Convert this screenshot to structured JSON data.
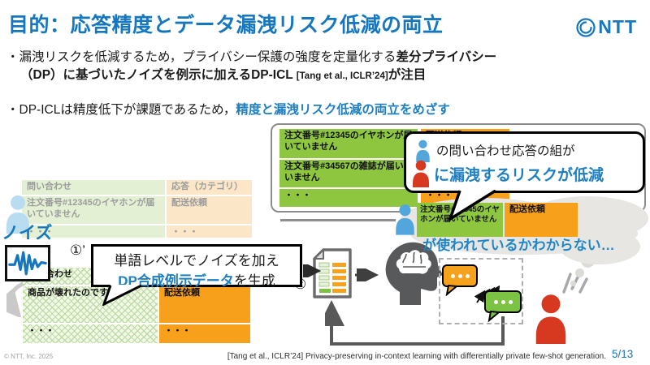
{
  "title": {
    "text": "目的：応答精度とデータ漏洩リスク低減の両立",
    "logo": "NTT"
  },
  "bullets": {
    "marker": "・",
    "b1_line1_normal": "漏洩リスクを低減するため，プライバシー保護の強度を定量化する",
    "b1_line1_bold": "差分プライバシー",
    "b1_line2_bold": "（DP）に基づいたノイズを例示に加えるDP-ICL ",
    "b1_line2_cite": "[Tang et al., ICLR’24]",
    "b1_line2_bold2": "が注目",
    "b2_normal": "DP-ICLは精度低下が課題であるため，",
    "b2_blue": "精度と漏洩リスク低減の両立をめざす"
  },
  "faded_table": {
    "header_query": "問い合わせ",
    "header_answer": "応答（カテゴリ）",
    "rows": [
      {
        "query": "注文番号#12345のイヤホンが届いていません",
        "answer": "配送依頼"
      },
      {
        "query": "・・・",
        "answer": "・・・"
      }
    ]
  },
  "noise": {
    "label": "ノイズ",
    "step1": "①’",
    "step2": "②"
  },
  "gen_callout": {
    "line1": "単語レベルでノイズを加え",
    "line2_em": "DP合成例示データ",
    "line2_rest": "を生成"
  },
  "hatched_table": {
    "header_query": "問い合わせ",
    "header_answer": "",
    "rows": [
      {
        "query": "商品が壊れたのですが",
        "answer": "配送依頼"
      },
      {
        "query": "・・・",
        "answer": "・・・"
      }
    ]
  },
  "synth_table": {
    "rows": [
      {
        "query": "注文番号#12345のイヤホンが届いていません",
        "answer": "配送依頼"
      },
      {
        "query": "注文番号#34567の雑誌が届いていません",
        "answer": "配送依頼"
      },
      {
        "query": "・・・",
        "answer": "・・・"
      }
    ]
  },
  "leak_callout": {
    "line1": "の問い合わせ応答の組が",
    "line2": "に漏洩するリスクが低減"
  },
  "cloud": {
    "query": "注文番号#12345のイヤホンが届いていません",
    "answer": "配送依頼",
    "caption": "が使われているかわからない…"
  },
  "footer": {
    "copyright": "© NTT, Inc.  2025",
    "reference": "[Tang et al., ICLR’24] Privacy-preserving in-context learning with differentially private few-shot generation.",
    "page": "5/13"
  },
  "colors": {
    "accent_blue": "#1577be",
    "green": "#8ec640",
    "orange": "#f6a01c",
    "red": "#d6391f",
    "person_blue": "#53a6dc",
    "head_gray": "#58595b"
  }
}
